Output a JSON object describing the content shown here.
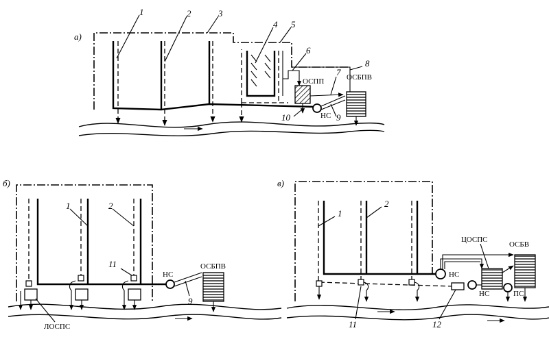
{
  "panels": {
    "a": {
      "letter": "а)",
      "caption_ospp": "ОСПП",
      "caption_osbpv": "ОСБПВ",
      "caption_ns": "НС",
      "numbers": [
        "1",
        "2",
        "3",
        "4",
        "5",
        "6",
        "7",
        "8",
        "9",
        "10"
      ]
    },
    "b": {
      "letter": "б)",
      "caption_ns": "НС",
      "caption_osbpv": "ОСБПВ",
      "caption_lospс": "ЛОСПС",
      "numbers": [
        "1",
        "2",
        "11",
        "9"
      ]
    },
    "v": {
      "letter": "в)",
      "caption_tsospс": "ЦОСПС",
      "caption_osbv": "ОСБВ",
      "caption_ns1": "НС",
      "caption_ns2": "НС",
      "caption_ps": "ПС",
      "numbers": [
        "1",
        "2",
        "11",
        "12"
      ]
    }
  }
}
